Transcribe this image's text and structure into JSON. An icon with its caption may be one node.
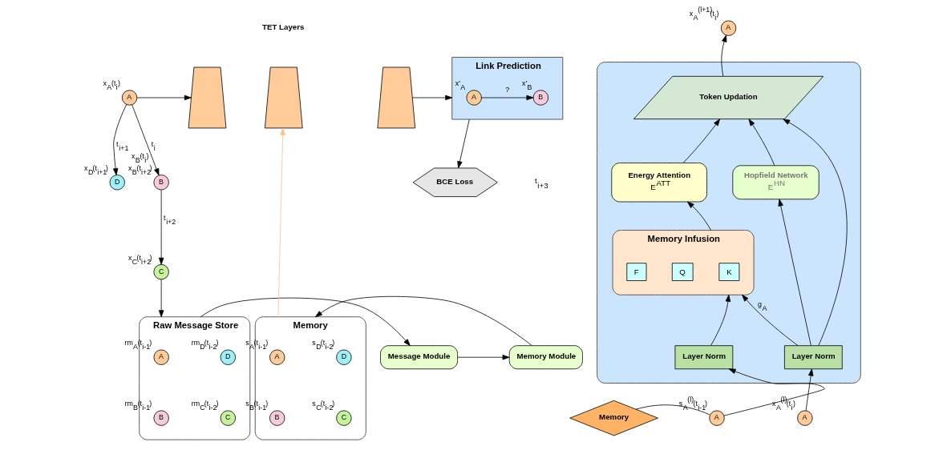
{
  "diagram": {
    "nodes": [
      {
        "text": [
          "A"
        ],
        "beside": [
          "x$_{A}$(t$_{i}$)"
        ]
      },
      {
        "text": [
          "D"
        ],
        "beside": [
          "x$_{D}$(t$_{i+1}$)"
        ]
      },
      {
        "text": [
          "B"
        ],
        "beside": [
          "x$_{B}$(t$_{i}$)",
          "x$_{B}$(t$_{i+2}$)"
        ]
      },
      {
        "text": [
          "C"
        ],
        "beside": [
          "x$_{C}$(t$_{i+2}$)"
        ]
      },
      {
        "text": [],
        "shape": "box"
      },
      {
        "text": [],
        "shape": "box"
      },
      {
        "text": [],
        "shape": "box"
      },
      {
        "text": [
          "Link Prediction"
        ]
      },
      {
        "text": [
          "A"
        ],
        "in": 7,
        "beside": [
          "x'$_{A}$"
        ]
      },
      {
        "text": [
          "B"
        ],
        "in": 7,
        "beside": [
          "x'$_{B}$"
        ]
      },
      {
        "text": [
          "BCE Loss"
        ]
      },
      {
        "text": [
          "Raw Message Store"
        ]
      },
      {
        "text": [
          "A"
        ],
        "in": 11,
        "beside": [
          "rm$_{A}$(t$_{i-1}$)"
        ]
      },
      {
        "text": [
          "D"
        ],
        "in": 11,
        "beside": [
          "rm$_{D}$(t$_{i-2}$)"
        ]
      },
      {
        "text": [
          "B"
        ],
        "in": 11,
        "beside": [
          "rm$_{B}$(t$_{i-1}$)"
        ]
      },
      {
        "text": [
          "C"
        ],
        "in": 11,
        "beside": [
          "rm$_{C}$(t$_{i-2}$)"
        ]
      },
      {
        "text": [
          "Message Module"
        ]
      },
      {
        "text": [
          "Memory Module"
        ]
      },
      {
        "text": [
          "Memory"
        ]
      },
      {
        "text": [
          "A"
        ],
        "in": 18,
        "beside": [
          "s$_{A}$(t$_{i-1}$)"
        ]
      },
      {
        "text": [
          "D"
        ],
        "in": 18,
        "beside": [
          "s$_{D}$(t$_{i-2}$)"
        ]
      },
      {
        "text": [
          "B"
        ],
        "in": 18,
        "beside": [
          "s$_{B}$(t$_{i-1}$)"
        ]
      },
      {
        "text": [
          "C"
        ],
        "in": 18,
        "beside": [
          "s$_{C}$(t$_{i-2}$)"
        ]
      },
      {
        "text": [],
        "shape": "box"
      },
      {
        "text": [
          "Token Updation"
        ],
        "in": 23
      },
      {
        "text": [
          "Energy Attention",
          "E$^{ATT}$"
        ],
        "in": 23
      },
      {
        "text": [
          "Hopfield Network",
          "E$^{HN}$"
        ],
        "in": 23
      },
      {
        "text": [
          "Memory Infusion"
        ],
        "in": 23
      },
      {
        "text": [
          "K"
        ],
        "in": 27
      },
      {
        "text": [
          "Q"
        ],
        "in": 27
      },
      {
        "text": [
          "F"
        ],
        "in": 27
      },
      {
        "text": [
          "Layer Norm"
        ],
        "in": 23
      },
      {
        "text": [
          "Layer Norm"
        ],
        "in": 23
      },
      {
        "text": [
          "A"
        ],
        "beside": [
          "x$_{A}$$^{(l+1)}$(t$_{i}$)"
        ]
      },
      {
        "text": [
          "Memory"
        ]
      },
      {
        "text": [
          "A"
        ],
        "beside": [
          "s$_{A}$$^{(l)}$(t$_{i-1}$)"
        ]
      },
      {
        "text": [
          "A"
        ],
        "beside": [
          "x$_{A}$$^{(l)}$(t$_{i}$)"
        ]
      }
    ],
    "edges": [
      {
        "from": 0,
        "to": 2,
        "arrow": "to",
        "label": "t$_{i}$"
      },
      {
        "from": 0,
        "to": 1,
        "arrow": "to",
        "label": "t$_{i+1}$"
      },
      {
        "from": 2,
        "to": 3,
        "arrow": "to",
        "label": "t$_{i+2}$"
      },
      {
        "from": 0,
        "to": 4,
        "arrow": "to"
      },
      {
        "from": 6,
        "to": 7,
        "arrow": "to"
      },
      {
        "from": 7,
        "to": 10,
        "arrow": "to"
      },
      {
        "from": 8,
        "to": 9,
        "arrow": "to",
        "label": "?"
      },
      {
        "from": 3,
        "to": 11,
        "arrow": "to"
      },
      {
        "from": 11,
        "to": 16,
        "arrow": "to"
      },
      {
        "from": 16,
        "to": 17,
        "arrow": "to"
      },
      {
        "from": 17,
        "to": 18,
        "arrow": "to"
      },
      {
        "from": 18,
        "to": 5,
        "arrow": "to",
        "color": "#f9c08f"
      },
      {
        "from": 24,
        "to": 33,
        "arrow": "to"
      },
      {
        "from": 25,
        "to": 24,
        "arrow": "to"
      },
      {
        "from": 26,
        "to": 24,
        "arrow": "to"
      },
      {
        "from": 27,
        "to": 25,
        "arrow": "to"
      },
      {
        "from": 31,
        "to": 27,
        "arrow": "to"
      },
      {
        "from": 32,
        "to": 27,
        "arrow": "to",
        "label": "g$_{A}$"
      },
      {
        "from": 32,
        "to": 26,
        "arrow": "to"
      },
      {
        "from": 32,
        "to": 24,
        "arrow": "to"
      },
      {
        "from": 35,
        "to": 31,
        "arrow": "to"
      },
      {
        "from": 36,
        "to": 32,
        "arrow": "to"
      },
      {
        "from": 34,
        "to": 35,
        "arrow": "none"
      }
    ],
    "labels": [
      "TET Layers",
      "t$_{i+3}$"
    ]
  }
}
